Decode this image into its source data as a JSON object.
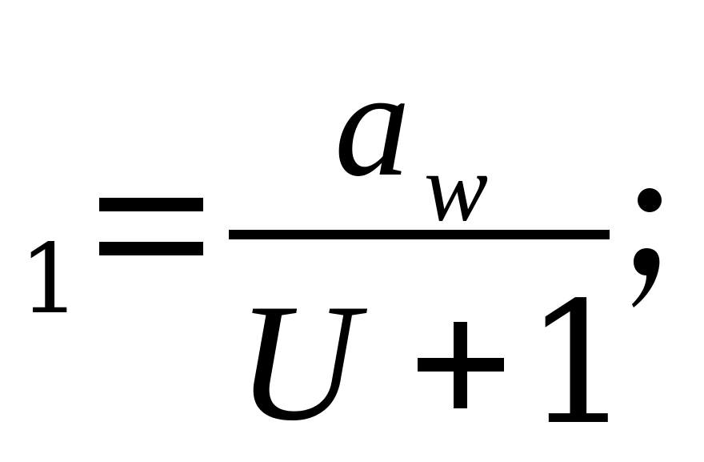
{
  "formula": {
    "lhs_subscript": "1",
    "equals": "=",
    "numerator": {
      "symbol": "a",
      "subscript": "w"
    },
    "denominator": {
      "variable": "U",
      "operator": "+",
      "constant": "1"
    },
    "terminator": ";"
  }
}
